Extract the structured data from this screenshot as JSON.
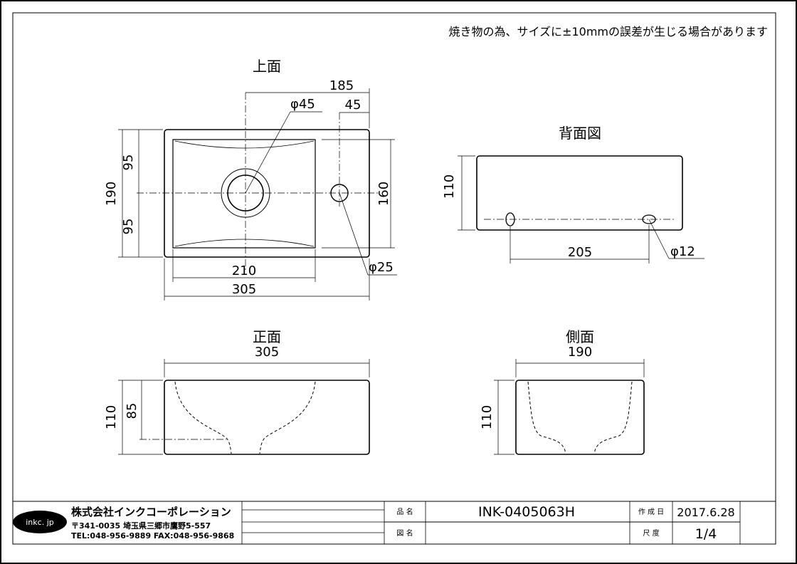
{
  "note": "焼き物の為、サイズに±10mmの誤差が生じる場合があります",
  "views": {
    "top": {
      "title": "上面",
      "dims": {
        "d185": "185",
        "d45": "45",
        "phi45": "φ45",
        "d190": "190",
        "d95a": "95",
        "d95b": "95",
        "d160": "160",
        "d210": "210",
        "d305": "305",
        "phi25": "φ25"
      }
    },
    "back": {
      "title": "背面図",
      "dims": {
        "d110": "110",
        "d205": "205",
        "phi12": "φ12"
      }
    },
    "front": {
      "title": "正面",
      "dims": {
        "d305": "305",
        "d110": "110",
        "d85": "85"
      }
    },
    "side": {
      "title": "側面",
      "dims": {
        "d190": "190",
        "d110": "110"
      }
    }
  },
  "title_block": {
    "logo": "inkc. jp",
    "company": "株式会社インクコーポレーション",
    "address": "〒341-0035 埼玉県三郷市鷹野5-557",
    "contact": "TEL:048-956-9889  FAX:048-956-9868",
    "product_label": "品 名",
    "product_value": "INK-0405063H",
    "drawing_label": "図 名",
    "drawing_value": "",
    "date_label": "作 成 日",
    "date_value": "2017.6.28",
    "scale_label": "尺 度",
    "scale_value": "1/4"
  }
}
